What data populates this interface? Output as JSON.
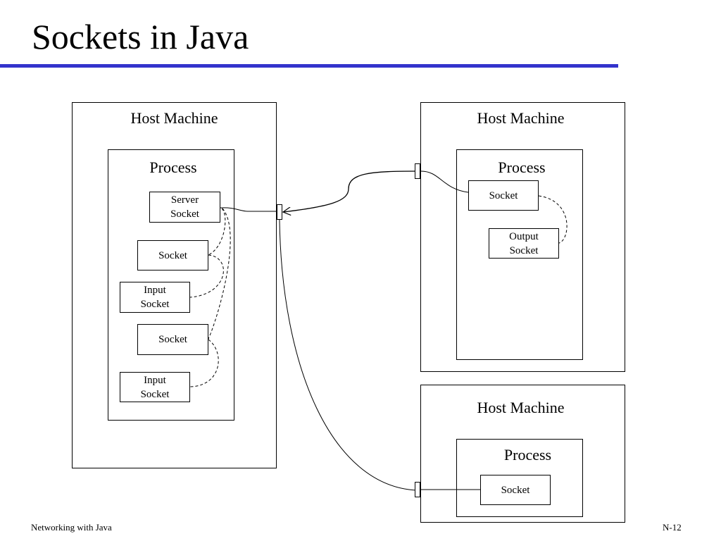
{
  "slide": {
    "title": "Sockets in Java",
    "accent_color": "#3333cc",
    "footer_left": "Networking with Java",
    "footer_right": "N-12"
  },
  "diagram": {
    "server_host": {
      "label": "Host Machine",
      "process": {
        "label": "Process",
        "server_socket": [
          "Server",
          "Socket"
        ],
        "socket_1": "Socket",
        "input_socket_1": [
          "Input",
          "Socket"
        ],
        "socket_2": "Socket",
        "input_socket_2": [
          "Input",
          "Socket"
        ]
      }
    },
    "client_host_1": {
      "label": "Host Machine",
      "process": {
        "label": "Process",
        "socket": "Socket",
        "output_socket": [
          "Output",
          "Socket"
        ]
      }
    },
    "client_host_2": {
      "label": "Host Machine",
      "process": {
        "label": "Process",
        "socket": "Socket"
      }
    }
  }
}
